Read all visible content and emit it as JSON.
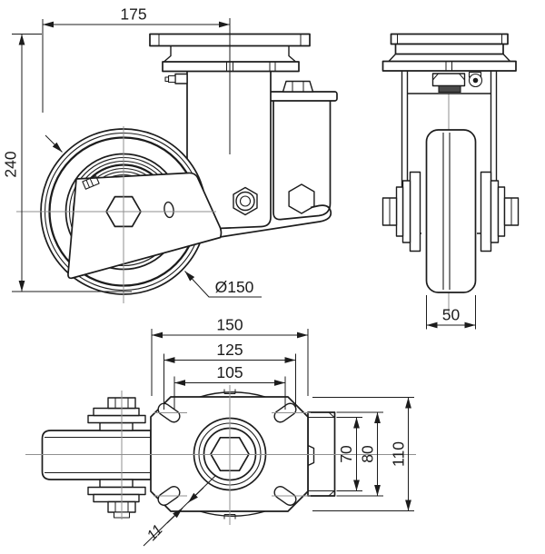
{
  "colors": {
    "background": "#ffffff",
    "line": "#1c1c1c",
    "centerline": "#8f8f8f",
    "washer_fill": "#4a4a4a"
  },
  "dimensions": {
    "top_width": "175",
    "overall_height": "240",
    "wheel_diameter": "Ø150",
    "wheel_width": "50",
    "plate_length": "150",
    "hole_spacing_wide": "125",
    "hole_spacing_narrow": "105",
    "hole_rows_narrow": "70",
    "hole_rows_wide": "80",
    "plate_width": "110",
    "slot_hole_width": "11"
  }
}
